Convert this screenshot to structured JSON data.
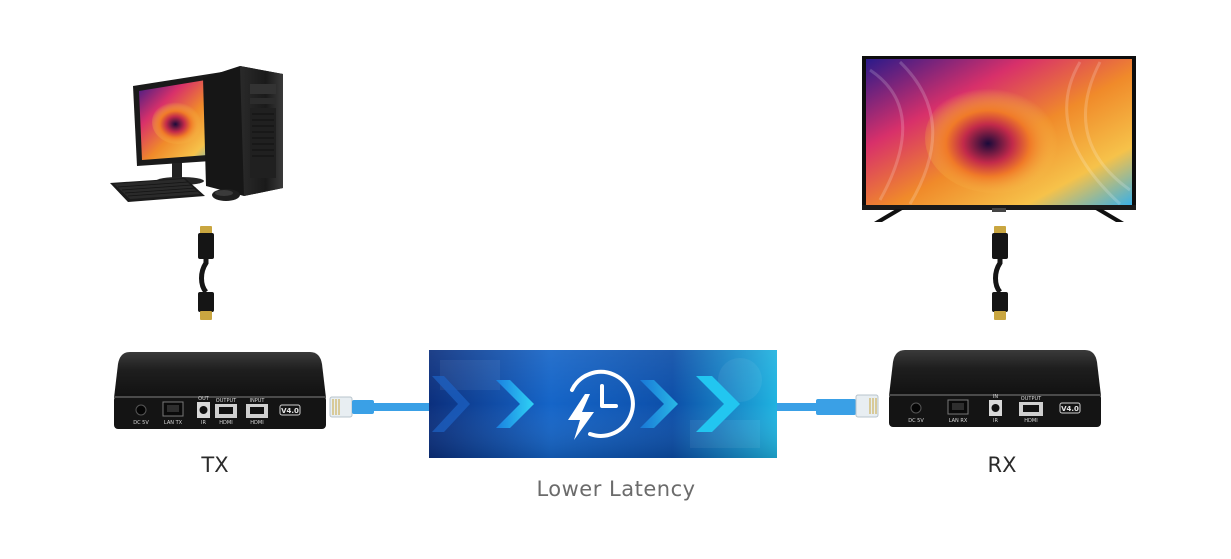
{
  "diagram": {
    "tx": {
      "label": "TX",
      "ports": {
        "dc": "DC 5V",
        "lan": "LAN TX",
        "ir": "IR",
        "ir_top": "OUT",
        "hdmi_out_top": "OUTPUT",
        "hdmi_out": "HDMI",
        "hdmi_in_top": "INPUT",
        "hdmi_in": "HDMI",
        "version": "V4.0"
      }
    },
    "rx": {
      "label": "RX",
      "ports": {
        "dc": "DC 5V",
        "lan": "LAN RX",
        "ir": "IR",
        "ir_top": "IN",
        "hdmi_out_top": "OUTPUT",
        "hdmi_out": "HDMI",
        "version": "V4.0"
      }
    },
    "link": {
      "caption": "Lower Latency"
    },
    "colors": {
      "cable_blue": "#3aa0e6",
      "banner_dark": "#0a2a6e",
      "banner_light": "#19c2ee",
      "device_body": "#1c1c1c"
    }
  }
}
